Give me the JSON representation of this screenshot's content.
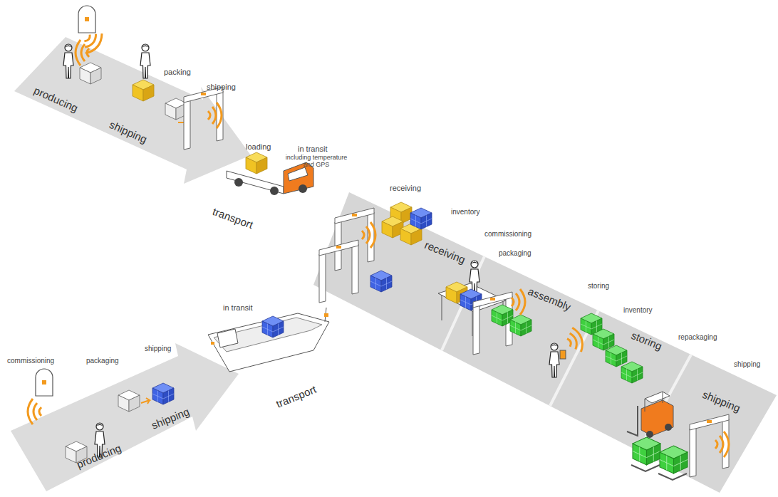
{
  "diagram": {
    "labels": [
      "packing",
      "shipping",
      "producing",
      "shipping",
      "loading",
      "in transit",
      "including temperature and GPS",
      "transport",
      "receiving",
      "inventory",
      "receiving",
      "commissioning",
      "packaging",
      "assembly",
      "storing",
      "inventory",
      "storing",
      "repackaging",
      "shipping",
      "shipping",
      "commissioning",
      "packaging",
      "shipping",
      "producing",
      "shipping",
      "in transit",
      "transport"
    ]
  }
}
